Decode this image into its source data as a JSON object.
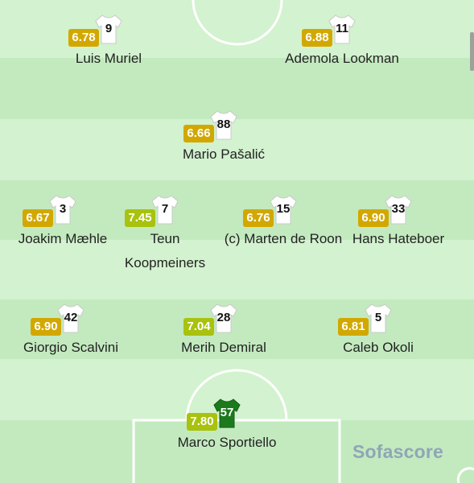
{
  "brand": {
    "watermark": "Sofascore"
  },
  "colors": {
    "rating_yellow": "#d2a800",
    "rating_green": "#a8c20e",
    "outfield_shirt": "#ffffff",
    "keeper_shirt": "#1c7a1c"
  },
  "players": [
    {
      "name": "Luis Muriel",
      "number": "9",
      "rating": "6.78",
      "rating_color": "yellow",
      "keeper": false
    },
    {
      "name": "Ademola Lookman",
      "number": "11",
      "rating": "6.88",
      "rating_color": "yellow",
      "keeper": false
    },
    {
      "name": "Mario Pašalić",
      "number": "88",
      "rating": "6.66",
      "rating_color": "yellow",
      "keeper": false
    },
    {
      "name": "Joakim Mæhle",
      "number": "3",
      "rating": "6.67",
      "rating_color": "yellow",
      "keeper": false
    },
    {
      "name": "Teun Koopmeiners",
      "number": "7",
      "rating": "7.45",
      "rating_color": "green",
      "keeper": false
    },
    {
      "name": "(c) Marten de Roon",
      "number": "15",
      "rating": "6.76",
      "rating_color": "yellow",
      "keeper": false
    },
    {
      "name": "Hans Hateboer",
      "number": "33",
      "rating": "6.90",
      "rating_color": "yellow",
      "keeper": false
    },
    {
      "name": "Giorgio Scalvini",
      "number": "42",
      "rating": "6.90",
      "rating_color": "yellow",
      "keeper": false
    },
    {
      "name": "Merih Demiral",
      "number": "28",
      "rating": "7.04",
      "rating_color": "green",
      "keeper": false
    },
    {
      "name": "Caleb Okoli",
      "number": "5",
      "rating": "6.81",
      "rating_color": "yellow",
      "keeper": false
    },
    {
      "name": "Marco Sportiello",
      "number": "57",
      "rating": "7.80",
      "rating_color": "green",
      "keeper": true
    }
  ]
}
